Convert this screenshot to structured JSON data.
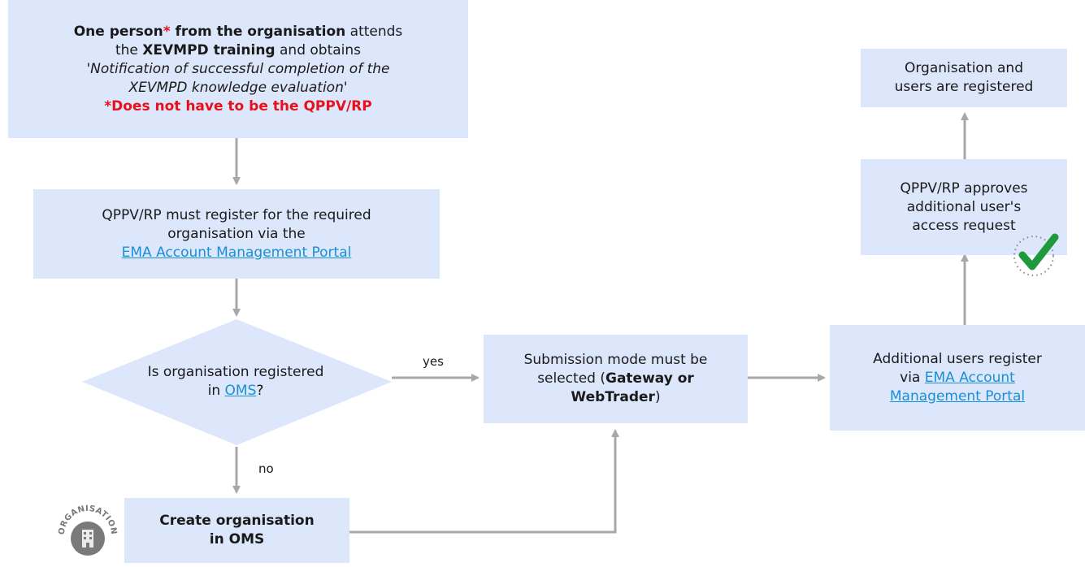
{
  "box_training": {
    "line1_bold": "One person",
    "line1_star": "*",
    "line1_bold2": " from the organisation",
    "line1_rest": " attends",
    "line2_pre": "the ",
    "line2_bold": "XEVMPD training",
    "line2_post": " and obtains",
    "line3_italic": "'Notification of successful completion of the",
    "line4_italic": "XEVMPD knowledge evaluation'",
    "line5_red": "*Does not have to be the QPPV/RP"
  },
  "box_register": {
    "line1": "QPPV/RP must register for the required",
    "line2": "organisation via the",
    "link": "EMA Account Management Portal"
  },
  "decision": {
    "line1": "Is organisation registered",
    "line2_pre": "in ",
    "link": "OMS",
    "line2_post": "?"
  },
  "labels": {
    "yes": "yes",
    "no": "no"
  },
  "box_create": {
    "line1": "Create organisation",
    "line2": "in OMS"
  },
  "org_badge": {
    "text": "ORGANISATION"
  },
  "box_submission": {
    "line1": "Submission mode must be",
    "line2_pre": "selected (",
    "line2_bold": "Gateway or",
    "line3_bold": "WebTrader",
    "line3_post": ")"
  },
  "box_additional": {
    "line1": "Additional users register",
    "line2_pre": "via ",
    "link1": "EMA Account",
    "link2": "Management Portal"
  },
  "box_approves": {
    "line1": "QPPV/RP approves",
    "line2": "additional user's",
    "line3": "access request"
  },
  "box_registered": {
    "line1": "Organisation and",
    "line2": "users are registered"
  },
  "colors": {
    "box_fill": "#dce7fb",
    "arrow": "#a8a8a8",
    "link": "#1a8fd6",
    "alert": "#e8101a",
    "check": "#1e9a3c"
  }
}
